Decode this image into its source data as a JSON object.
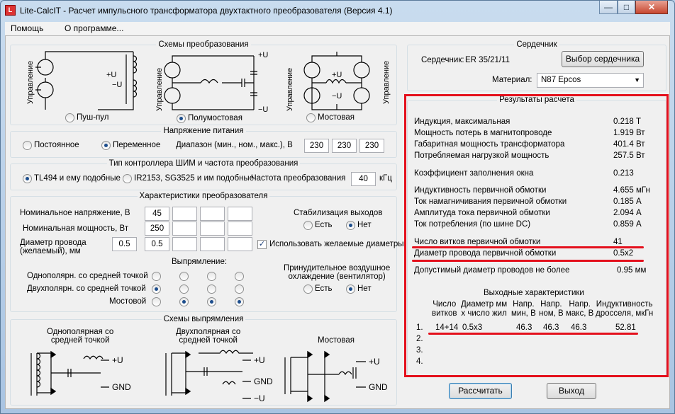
{
  "window": {
    "title": "Lite-CalcIT - Расчет импульсного трансформатора двухтактного преобразователя (Версия 4.1)",
    "icon": "app-icon",
    "min": "—",
    "max": "□",
    "close": "✕"
  },
  "menu": {
    "help": "Помощь",
    "about": "О программе..."
  },
  "schemes": {
    "legend": "Схемы  преобразования",
    "control": "Управление",
    "minus_u": "−U",
    "plus_u": "+U",
    "push_pull": "Пуш-пул",
    "half_bridge": "Полумостовая",
    "bridge": "Мостовая",
    "selected": "half_bridge"
  },
  "supply": {
    "legend": "Напряжение питания",
    "dc": "Постоянное",
    "ac": "Переменное",
    "selected": "ac",
    "range_label": "Диапазон (мин., ном., макс.), В",
    "min": "230",
    "nom": "230",
    "max": "230"
  },
  "pwm": {
    "legend": "Тип контроллера ШИМ и частота преобразования",
    "tl494": "TL494 и ему подобные",
    "ir2153": "IR2153, SG3525 и им подобные",
    "selected": "tl494",
    "freq_label": "Частота преобразования",
    "freq": "40",
    "freq_unit": "кГц"
  },
  "conv": {
    "legend": "Характеристики преобразователя",
    "nom_voltage": "Номинальное напряжение, В",
    "nom_voltage_val": "45",
    "nom_power": "Номинальная мощность, Вт",
    "nom_power_val": "250",
    "wire_diam": "Диаметр провода\n(желаемый), мм",
    "wire_diam_1": "0.5",
    "wire_diam_2": "0.5",
    "stab": "Стабилизация выходов",
    "yes": "Есть",
    "no": "Нет",
    "stab_selected": "no",
    "use_diam": "Использовать желаемые диаметры",
    "use_diam_checked": true,
    "rect": "Выпрямление:",
    "uni_center": "Однополярн. со средней точкой",
    "bi_center": "Двухполярн. со средней точкой",
    "bridge": "Мостовой",
    "cooling": "Принудительное воздушное\nохлаждение (вентилятор)",
    "cool_selected": "no"
  },
  "rect_schemes": {
    "legend": "Схемы выпрямления",
    "uni": "Однополярная со\nсредней точкой",
    "bi": "Двухполярная со\nсредней точкой",
    "bridge": "Мостовая",
    "plus_u": "+U",
    "gnd": "GND",
    "minus_u": "−U"
  },
  "core": {
    "legend": "Сердечник",
    "core_label": "Сердечник:",
    "core_value": "ER 35/21/11",
    "choose": "Выбор сердечника",
    "material_label": "Материал:",
    "material": "N87 Epcos"
  },
  "results": {
    "legend": "Результаты расчета",
    "rows": [
      {
        "label": "Индукция, максимальная",
        "value": "0.218 Т"
      },
      {
        "label": "Мощность потерь в магнитопроводе",
        "value": "1.919 Вт"
      },
      {
        "label": "Габаритная мощность трансформатора",
        "value": "401.4 Вт"
      },
      {
        "label": "Потребляемая нагрузкой мощность",
        "value": "257.5 Вт"
      },
      {
        "label": "Коэффициент заполнения окна",
        "value": "0.213"
      },
      {
        "label": "Индуктивность первичной обмотки",
        "value": "4.655 мГн"
      },
      {
        "label": "Ток намагничивания первичной обмотки",
        "value": "0.185 А"
      },
      {
        "label": "Амплитуда тока первичной обмотки",
        "value": "2.094 А"
      },
      {
        "label": "Ток потребления (по шине DC)",
        "value": "0.859 А"
      },
      {
        "label": "Число витков первичной обмотки",
        "value": "41"
      },
      {
        "label": "Диаметр провода первичной обмотки",
        "value": "0.5x2"
      },
      {
        "label": "Допустимый диаметр проводов не более",
        "value": "0.95 мм"
      }
    ],
    "outputs_title": "Выходные характеристики",
    "headers": [
      "Число\nвитков",
      "Диаметр мм\nх число жил",
      "Напр.\nмин, В",
      "Напр.\nном, В",
      "Напр.\nмакс, В",
      "Индуктивность\nдросселя, мкГн"
    ],
    "out_rows": [
      {
        "n": "1.",
        "turns": "14+14",
        "diam": "0.5x3",
        "vmin": "46.3",
        "vnom": "46.3",
        "vmax": "46.3",
        "ind": "52.81"
      },
      {
        "n": "2.",
        "turns": "",
        "diam": "",
        "vmin": "",
        "vnom": "",
        "vmax": "",
        "ind": ""
      },
      {
        "n": "3.",
        "turns": "",
        "diam": "",
        "vmin": "",
        "vnom": "",
        "vmax": "",
        "ind": ""
      },
      {
        "n": "4.",
        "turns": "",
        "diam": "",
        "vmin": "",
        "vnom": "",
        "vmax": "",
        "ind": ""
      }
    ]
  },
  "buttons": {
    "calc": "Рассчитать",
    "exit": "Выход"
  },
  "colors": {
    "highlight": "#e4101c",
    "accent": "#3c7fb1"
  }
}
